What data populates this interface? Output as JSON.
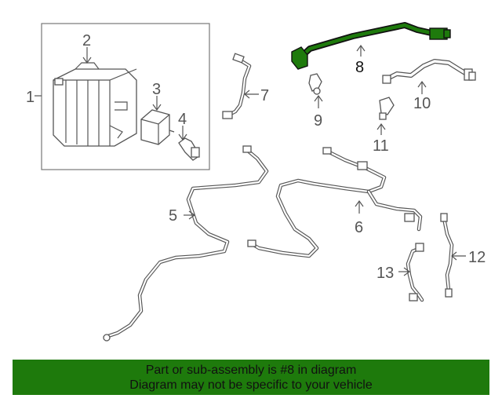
{
  "callouts": {
    "c1": "1",
    "c2": "2",
    "c3": "3",
    "c4": "4",
    "c5": "5",
    "c6": "6",
    "c7": "7",
    "c8": "8",
    "c9": "9",
    "c10": "10",
    "c11": "11",
    "c12": "12",
    "c13": "13"
  },
  "highlight": {
    "part": "8",
    "color": "#1e7a0c"
  },
  "banner": {
    "line1": "Part or sub-assembly is #8 in diagram",
    "line2": "Diagram may not be specific to your vehicle",
    "background": "#1e7a0c"
  }
}
